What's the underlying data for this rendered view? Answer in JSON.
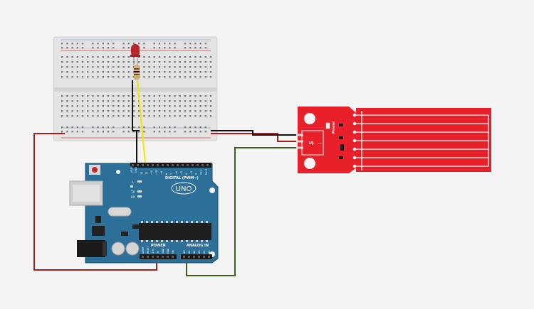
{
  "arduino": {
    "model_label": "UNO",
    "digital_label": "DIGITAL (PWM~)",
    "power_label": "POWER",
    "analog_label": "ANALOG IN",
    "gnd_label": "GND",
    "aref_label": "AREF",
    "tx_label": "TX",
    "rx_label": "RX",
    "l_label": "L",
    "digital_pins": [
      "13",
      "12",
      "~11",
      "~10",
      "~9",
      "8",
      "7",
      "~6",
      "~5",
      "4",
      "~3",
      "2",
      "TX 1",
      "RX 0"
    ],
    "power_pins": [
      "IOREF",
      "RESET",
      "3.3V",
      "5V",
      "GND",
      "GND",
      "Vin"
    ],
    "analog_pins": [
      "A0",
      "A1",
      "A2",
      "A3",
      "A4",
      "A5"
    ]
  },
  "sensor": {
    "pin_labels": [
      "S",
      "+",
      "−"
    ],
    "power_label": "Power"
  },
  "colors": {
    "background": "#f4f4f4",
    "board_blue": "#2c6f99",
    "board_edge": "#1f5478",
    "sensor_red": "#e8202a",
    "wire_red": "#a51d1d",
    "wire_green": "#3d5e1b",
    "wire_yellow": "#f5e600",
    "wire_black": "#111111",
    "led_red": "#b8262a",
    "breadboard": "#e3e3e3"
  }
}
